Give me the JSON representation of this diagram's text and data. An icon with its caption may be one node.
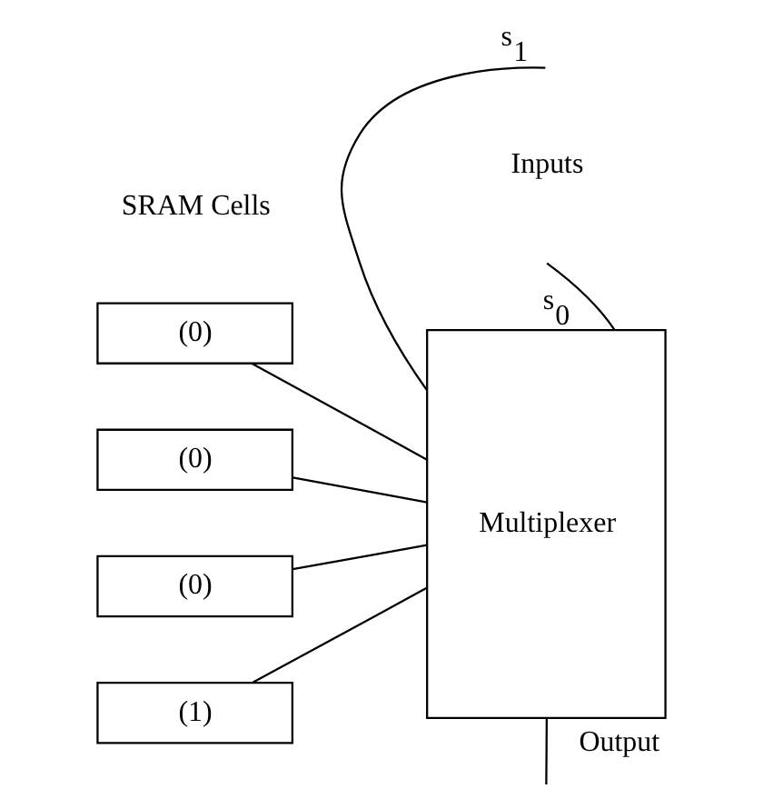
{
  "diagram": {
    "nodes": [
      {
        "text": [
          "(0)"
        ]
      },
      {
        "text": [
          "(0)"
        ]
      },
      {
        "text": [
          "(0)"
        ]
      },
      {
        "text": [
          "(1)"
        ]
      },
      {
        "text": [
          "Multiplexer"
        ]
      }
    ],
    "edges": [
      {
        "from": 0,
        "to": 4,
        "arrow": "none"
      },
      {
        "from": 1,
        "to": 4,
        "arrow": "none"
      },
      {
        "from": 2,
        "to": 4,
        "arrow": "none"
      },
      {
        "from": 3,
        "to": 4,
        "arrow": "none"
      },
      {
        "from": null,
        "to": 4,
        "arrow": "none",
        "label": "s$_{1}$"
      },
      {
        "from": null,
        "to": 4,
        "arrow": "none",
        "label": "s$_{0}$"
      },
      {
        "from": 4,
        "to": null,
        "arrow": "none",
        "label": "Output"
      }
    ],
    "labels": [
      "SRAM Cells",
      "Inputs"
    ]
  }
}
